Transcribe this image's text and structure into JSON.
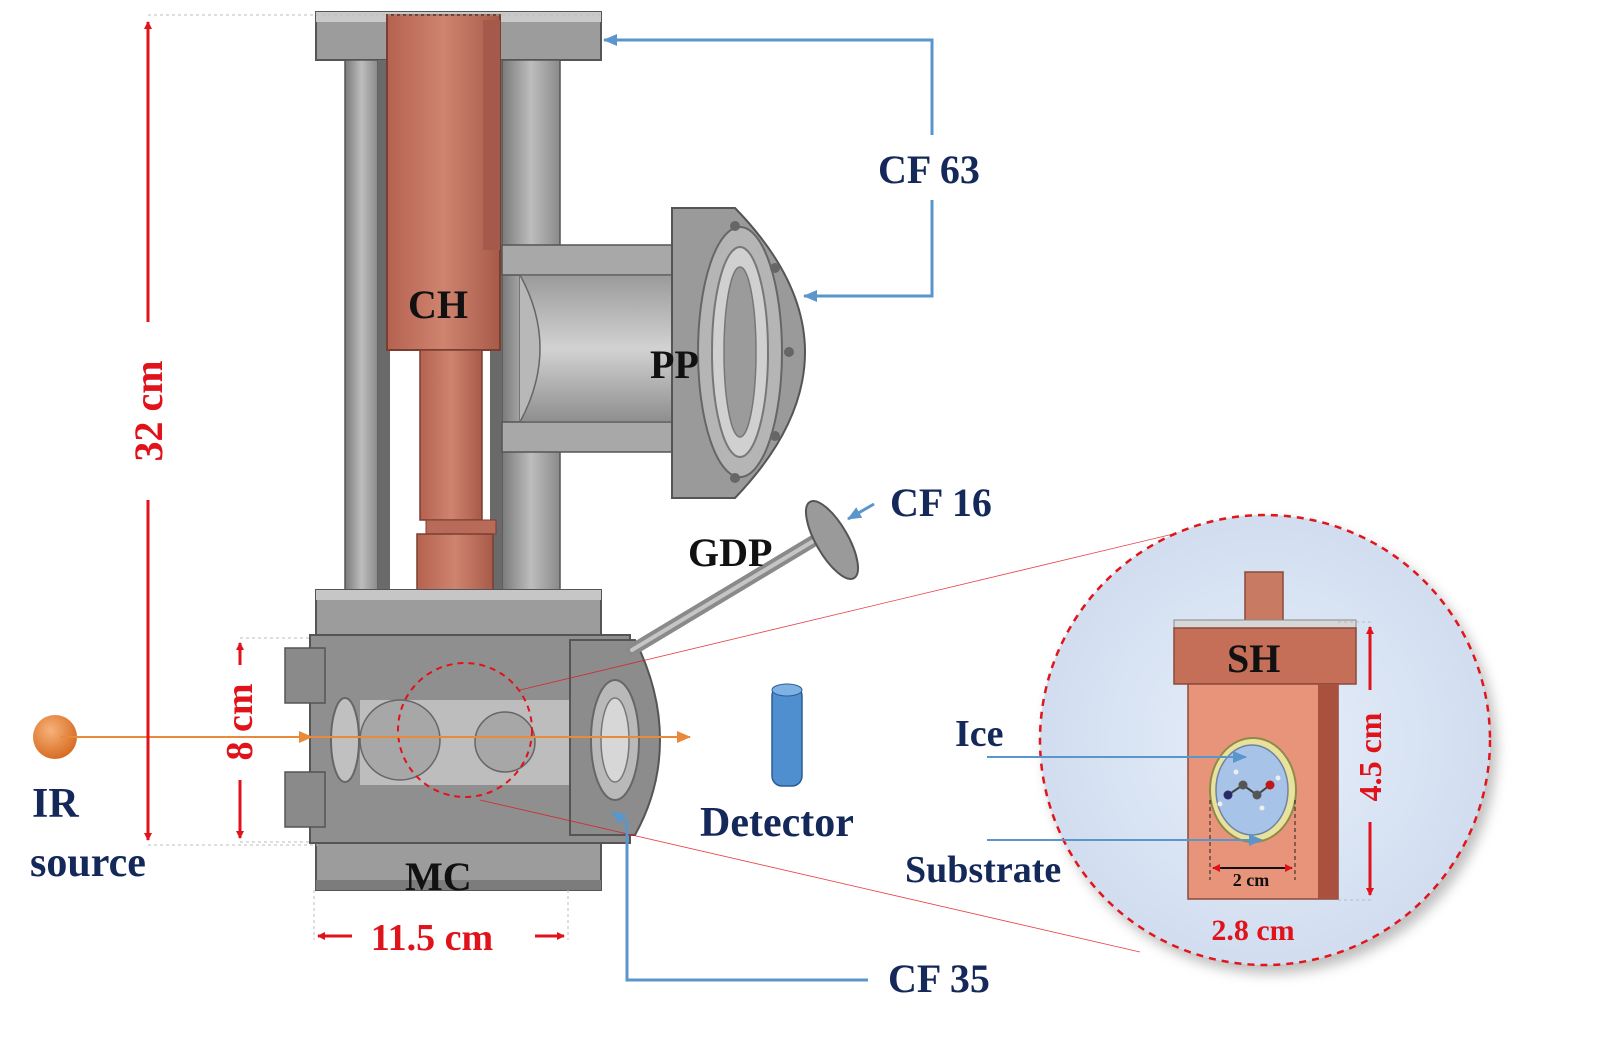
{
  "labels": {
    "ch": "CH",
    "pp": "PP",
    "mc": "MC",
    "gdp": "GDP",
    "sh": "SH",
    "cf63": "CF 63",
    "cf16": "CF 16",
    "cf35": "CF 35",
    "ir_line1": "IR",
    "ir_line2": "source",
    "detector": "Detector",
    "ice": "Ice",
    "substrate": "Substrate"
  },
  "dimensions": {
    "height_total": "32 cm",
    "height_mc": "8 cm",
    "width_mc": "11.5 cm",
    "holder_height": "4.5 cm",
    "holder_width": "2.8 cm",
    "window_width": "2 cm"
  },
  "colors": {
    "steel": "#8c8c8c",
    "steel_light": "#c4c4c4",
    "steel_dark": "#5e5e5e",
    "copper": "#c0705c",
    "copper_light": "#e9a088",
    "copper_dark": "#8e4d3c",
    "dimension_red": "#e0121a",
    "callout_blue": "#5a95cc",
    "label_navy": "#14285a",
    "beam_orange": "#e88a3a",
    "detector_blue": "#4f8fcf",
    "inset_bg": "#dde8f6"
  }
}
